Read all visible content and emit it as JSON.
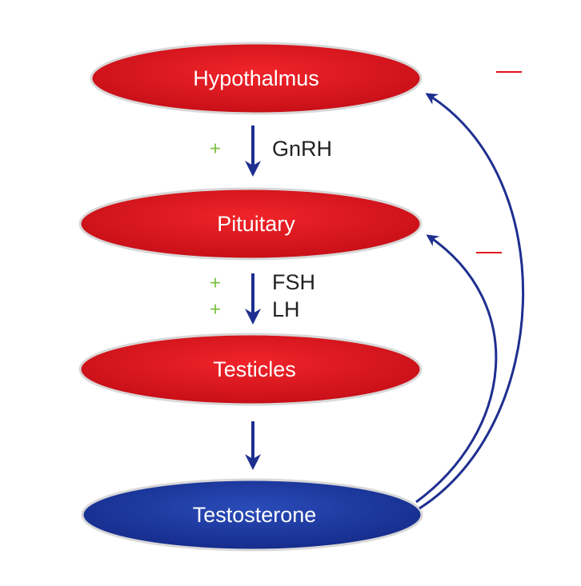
{
  "diagram": {
    "nodes": {
      "hypothalamus": "Hypothalmus",
      "pituitary": "Pituitary",
      "testicles": "Testicles",
      "testosterone": "Testosterone"
    },
    "hormones": {
      "gnrh": "GnRH",
      "fsh": "FSH",
      "lh": "LH"
    },
    "signs": {
      "positive": "+",
      "negative": "—"
    }
  },
  "colors": {
    "organ_red": "#e0131d",
    "hormone_blue": "#1f3a9e",
    "arrow_blue": "#1e2f8f",
    "positive_green": "#7cc242",
    "negative_red": "#e0131d"
  }
}
